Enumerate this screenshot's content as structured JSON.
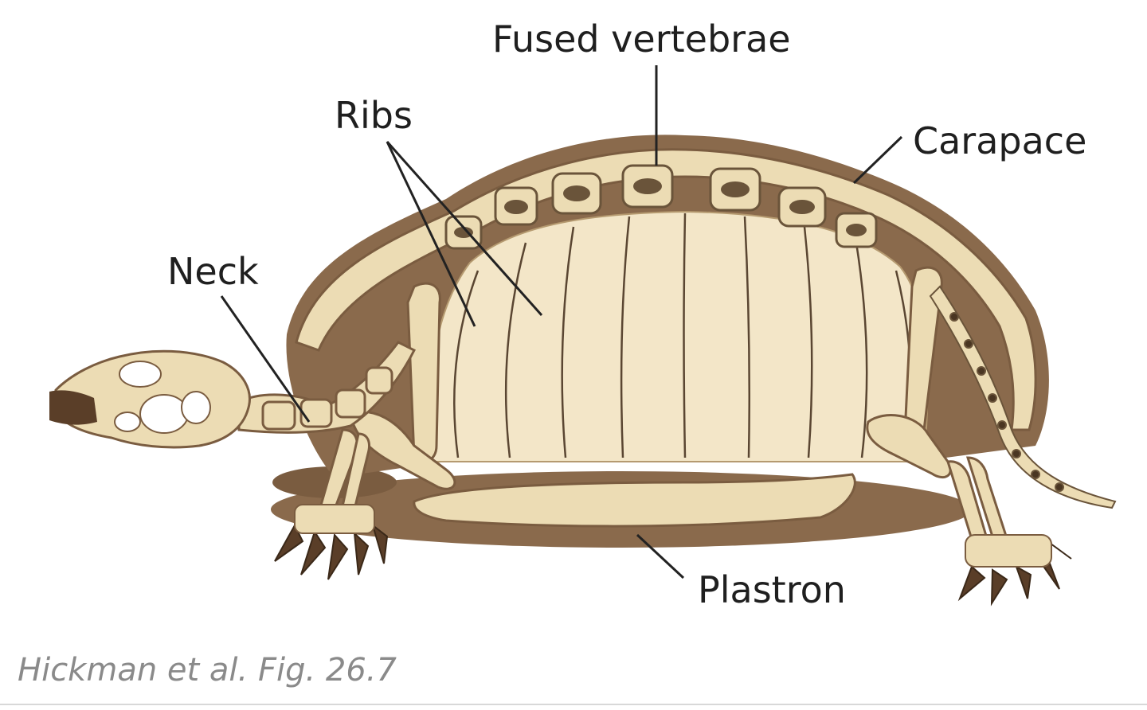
{
  "labels": {
    "fused_vertebrae": "Fused vertebrae",
    "ribs": "Ribs",
    "carapace": "Carapace",
    "neck": "Neck",
    "plastron": "Plastron"
  },
  "caption": "Hickman et al. Fig. 26.7",
  "colors": {
    "shell_brown": "#8a6a4c",
    "bone": "#ecdcb4",
    "interior": "#f3e6c8",
    "label_text": "#1f1f1f",
    "caption_text": "#8a8a8a"
  }
}
